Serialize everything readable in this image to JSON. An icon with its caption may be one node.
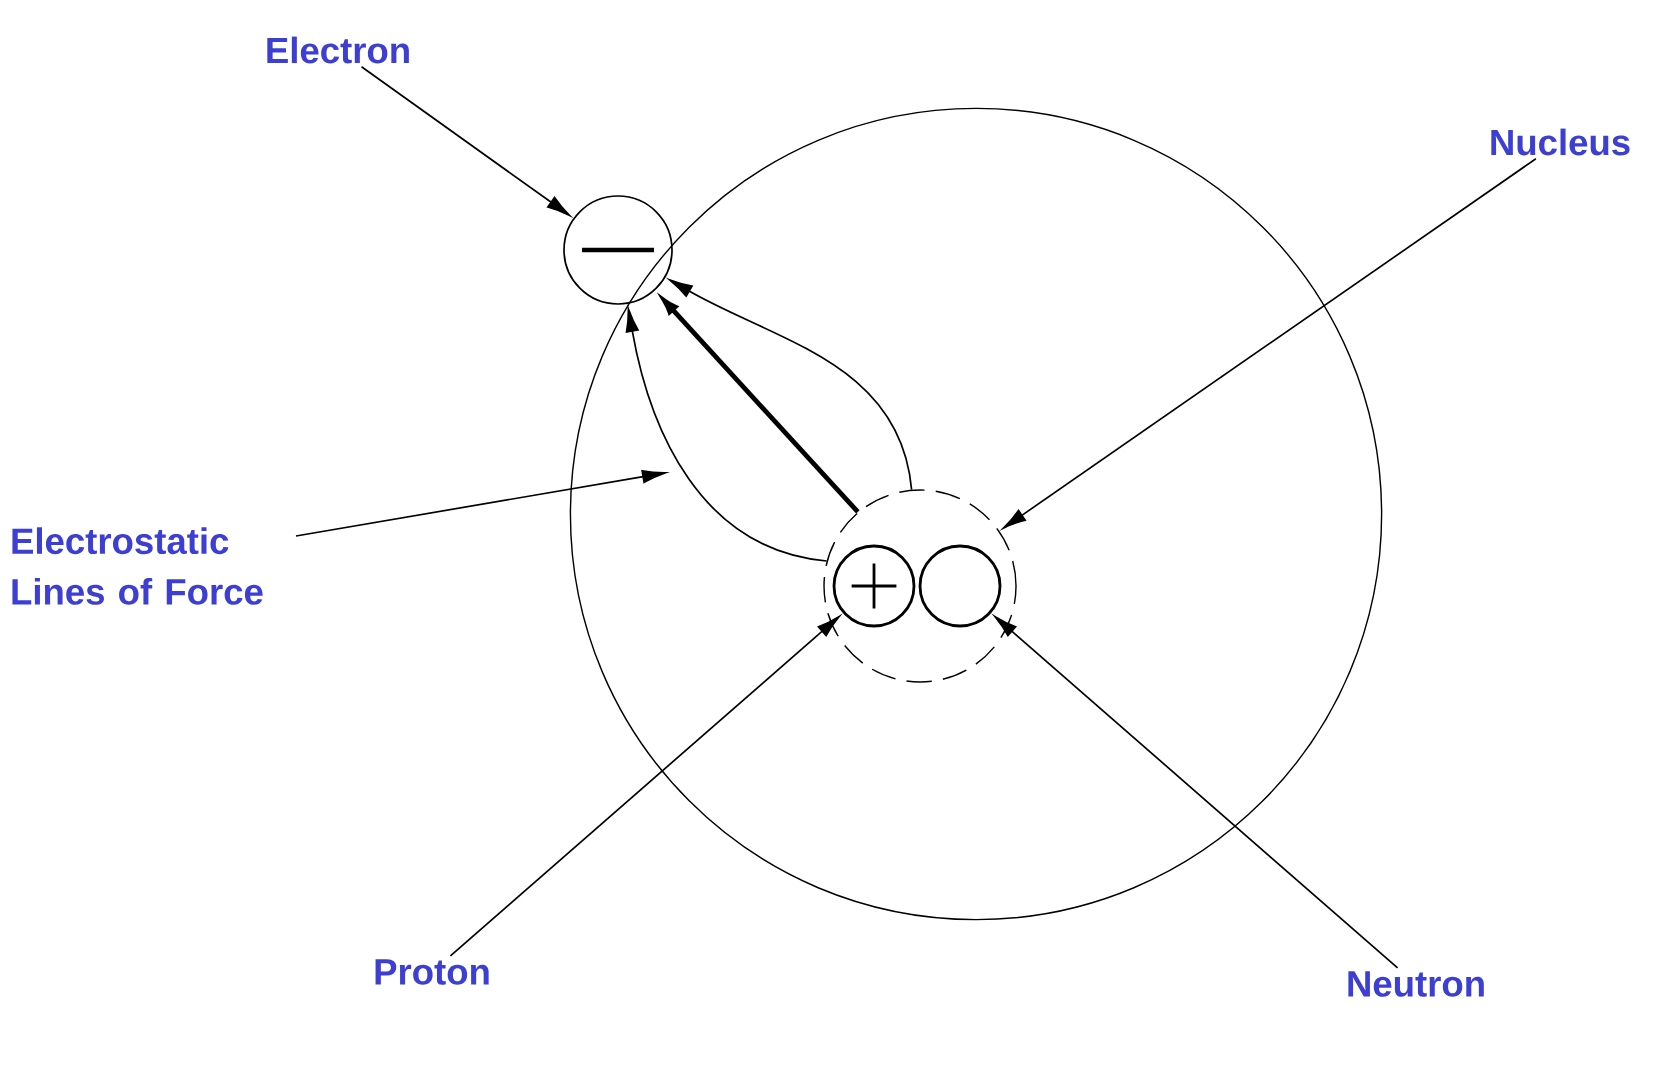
{
  "diagram": {
    "nodes": [
      {
        "text": [
          "Electron"
        ]
      },
      {
        "text": [],
        "shape": "circle"
      },
      {
        "text": [
          "Nucleus"
        ]
      },
      {
        "text": [],
        "shape": "circle"
      },
      {
        "text": [],
        "shape": "circle",
        "in": 3
      },
      {
        "text": [],
        "shape": "circle",
        "in": 3
      },
      {
        "text": [
          "Electrostatic Lines of Force"
        ]
      },
      {
        "text": [
          "Proton"
        ]
      },
      {
        "text": [
          "Neutron"
        ]
      }
    ],
    "edges": [
      {
        "from": 0,
        "to": 1,
        "arrow": "to"
      },
      {
        "from": 2,
        "to": 3,
        "arrow": "to"
      },
      {
        "from": 6,
        "to": null,
        "arrow": "to"
      },
      {
        "from": 7,
        "to": 4,
        "arrow": "to"
      },
      {
        "from": 8,
        "to": 5,
        "arrow": "to"
      },
      {
        "from": 3,
        "to": 1,
        "arrow": "to",
        "style": "thick"
      },
      {
        "from": 3,
        "to": 1,
        "arrow": "to"
      },
      {
        "from": 3,
        "to": 1,
        "arrow": "to"
      }
    ]
  }
}
